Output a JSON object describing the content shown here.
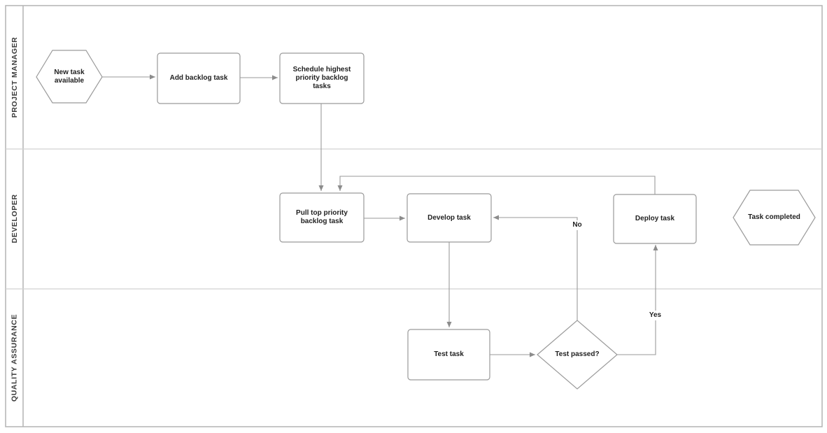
{
  "diagram": {
    "type": "swimlane-flowchart",
    "lanes": [
      {
        "id": "project_manager",
        "label": "PROJECT MANAGER"
      },
      {
        "id": "developer",
        "label": "DEVELOPER"
      },
      {
        "id": "quality_assurance",
        "label": "QUALITY ASSURANCE"
      }
    ],
    "nodes": {
      "start": {
        "label": "New task available",
        "shape": "hexagon",
        "lane": "PROJECT MANAGER"
      },
      "add_backlog": {
        "label": "Add backlog task",
        "shape": "process",
        "lane": "PROJECT MANAGER"
      },
      "schedule": {
        "label": "Schedule highest priority backlog tasks",
        "shape": "process",
        "lane": "PROJECT MANAGER"
      },
      "pull": {
        "label": "Pull top priority backlog task",
        "shape": "process",
        "lane": "DEVELOPER"
      },
      "develop": {
        "label": "Develop task",
        "shape": "process",
        "lane": "DEVELOPER"
      },
      "deploy": {
        "label": "Deploy task",
        "shape": "process",
        "lane": "DEVELOPER"
      },
      "end": {
        "label": "Task completed",
        "shape": "hexagon",
        "lane": "DEVELOPER"
      },
      "test": {
        "label": "Test task",
        "shape": "process",
        "lane": "QUALITY ASSURANCE"
      },
      "decision": {
        "label": "Test passed?",
        "shape": "decision",
        "lane": "QUALITY ASSURANCE"
      }
    },
    "edges": [
      {
        "from": "start",
        "to": "add_backlog",
        "label": ""
      },
      {
        "from": "add_backlog",
        "to": "schedule",
        "label": ""
      },
      {
        "from": "schedule",
        "to": "pull",
        "label": ""
      },
      {
        "from": "deploy",
        "to": "pull",
        "label": ""
      },
      {
        "from": "pull",
        "to": "develop",
        "label": ""
      },
      {
        "from": "develop",
        "to": "test",
        "label": ""
      },
      {
        "from": "test",
        "to": "decision",
        "label": ""
      },
      {
        "from": "decision",
        "to": "deploy",
        "label": "Yes"
      },
      {
        "from": "decision",
        "to": "develop",
        "label": "No"
      }
    ],
    "colors": {
      "background": "#ffffff",
      "shape_stroke": "#9a9a9a",
      "lane_frame_stroke": "#b3b3b3",
      "lane_divider_stroke": "#d2d2d2",
      "arrow": "#8c8c8c",
      "text": "#1f1f1f",
      "lane_text": "#3a3a3a"
    }
  }
}
